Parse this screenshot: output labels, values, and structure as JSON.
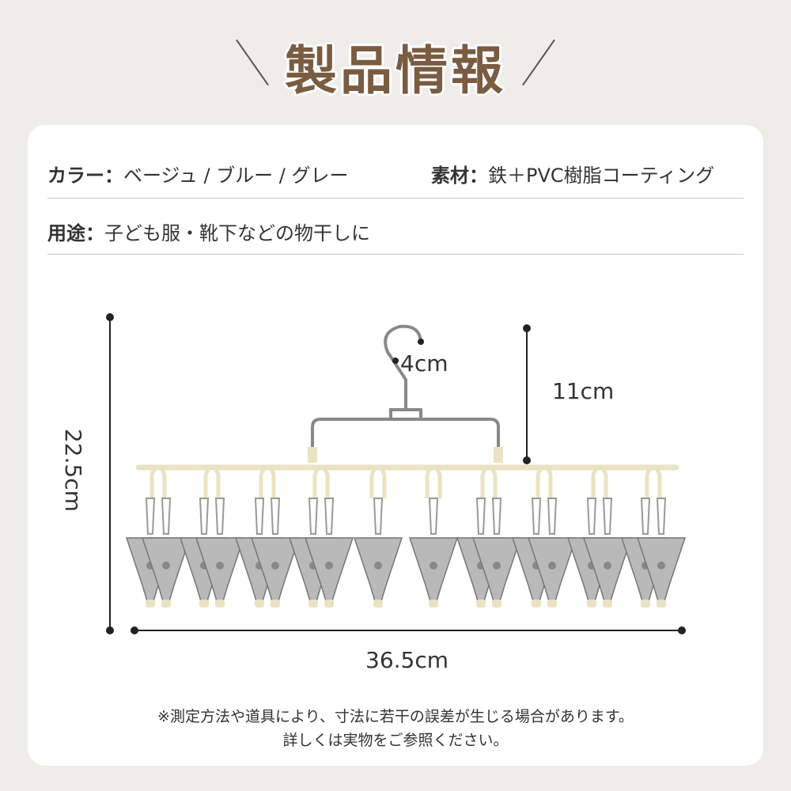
{
  "header": {
    "title": "製品情報"
  },
  "specs": {
    "color_label": "カラー：",
    "color_value": "ベージュ / ブルー / グレー",
    "material_label": "素材：",
    "material_value": "鉄＋PVC樹脂コーティング",
    "use_label": "用途：",
    "use_value": "子ども服・靴下などの物干しに"
  },
  "dimensions": {
    "hook": "4cm",
    "hook_height": "11cm",
    "height": "22.5cm",
    "width": "36.5cm"
  },
  "note": {
    "line1": "※測定方法や道具により、寸法に若干の誤差が生じる場合があります。",
    "line2": "詳しくは実物をご参照ください。"
  },
  "colors": {
    "brown": "#7a5c42",
    "beige": "#e9e3c3"
  }
}
